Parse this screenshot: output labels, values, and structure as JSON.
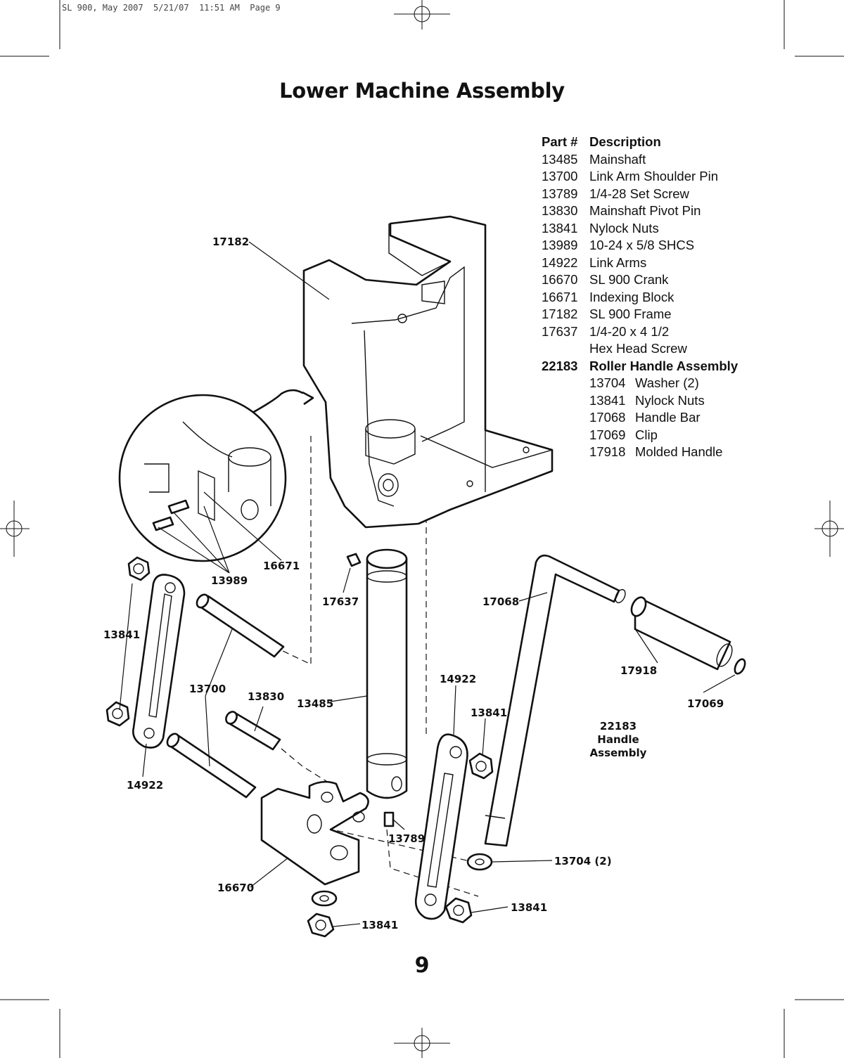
{
  "print_header": "SL 900, May 2007  5/21/07  11:51 AM  Page 9",
  "title": "Lower Machine Assembly",
  "parts_header": {
    "part": "Part #",
    "description": "Description"
  },
  "parts": [
    {
      "num": "13485",
      "desc": "Mainshaft"
    },
    {
      "num": "13700",
      "desc": "Link Arm Shoulder Pin"
    },
    {
      "num": "13789",
      "desc": "1/4-28 Set Screw"
    },
    {
      "num": "13830",
      "desc": "Mainshaft Pivot Pin"
    },
    {
      "num": "13841",
      "desc": "Nylock Nuts"
    },
    {
      "num": "13989",
      "desc": "10-24 x 5/8 SHCS"
    },
    {
      "num": "14922",
      "desc": "Link Arms"
    },
    {
      "num": "16670",
      "desc": "SL 900 Crank"
    },
    {
      "num": "16671",
      "desc": "Indexing Block"
    },
    {
      "num": "17182",
      "desc": "SL 900 Frame"
    },
    {
      "num": "17637",
      "desc": "1/4-20 x 4 1/2"
    },
    {
      "num": "",
      "desc": "Hex Head Screw"
    }
  ],
  "assembly": {
    "num": "22183",
    "desc": "Roller Handle Assembly"
  },
  "assembly_parts": [
    {
      "num": "13704",
      "desc": "Washer (2)"
    },
    {
      "num": "13841",
      "desc": "Nylock Nuts"
    },
    {
      "num": "17068",
      "desc": "Handle Bar"
    },
    {
      "num": "17069",
      "desc": "Clip"
    },
    {
      "num": "17918",
      "desc": "Molded Handle"
    }
  ],
  "callouts": {
    "frame": "17182",
    "indexing_block": "16671",
    "shcs": "13989",
    "hex_screw": "17637",
    "handle_bar": "17068",
    "molded_handle": "17918",
    "clip": "17069",
    "nut_top_left": "13841",
    "shoulder_pin": "13700",
    "pivot_pin": "13830",
    "mainshaft": "13485",
    "link_arm_right": "14922",
    "nut_right": "13841",
    "link_arm_left": "14922",
    "set_screw": "13789",
    "washer": "13704 (2)",
    "crank": "16670",
    "nut_bottom_right": "13841",
    "nut_bottom": "13841",
    "handle_assembly_num": "22183",
    "handle_assembly_line1": "Handle",
    "handle_assembly_line2": "Assembly"
  },
  "page_number": "9"
}
